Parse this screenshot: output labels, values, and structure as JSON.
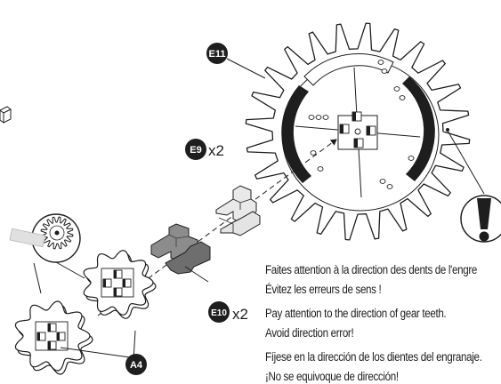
{
  "parts": {
    "gear_large": "E11",
    "connector": "E9",
    "connector_qty": "x2",
    "connector_alt": "E10",
    "connector_alt_qty": "x2",
    "gear_small": "A4"
  },
  "warning": {
    "icon": "exclamation-icon",
    "lines": [
      "Faites attention à la direction des dents de l'engre",
      "Évitez les erreurs de sens !",
      "Pay attention to the direction of gear teeth.",
      "Avoid direction error!",
      "Fíjese en la dirección de los dientes del engranaje.",
      "¡No  se equivoque de dirección!"
    ]
  },
  "colors": {
    "badge_fill": "#1e1e1e",
    "line": "#1e1e1e",
    "part_shadow": "#b8b8b8",
    "part_dark": "#595959"
  }
}
